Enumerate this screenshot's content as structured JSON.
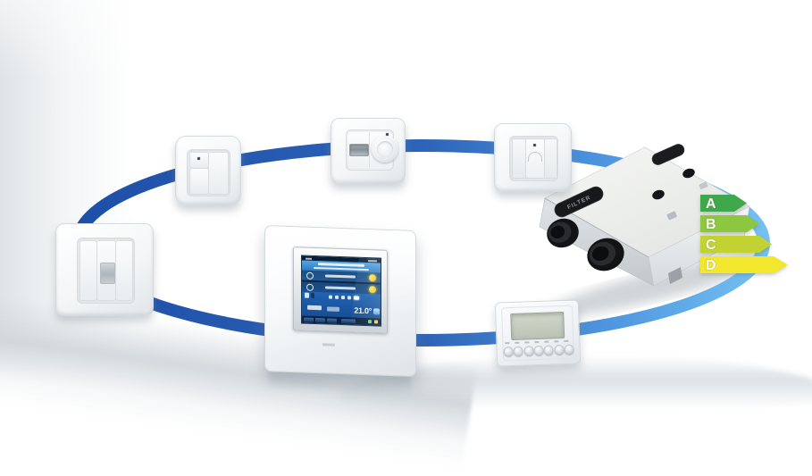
{
  "colors": {
    "ring_front": "#1e4fa8",
    "ring_mid": "#2d63b8",
    "ring_light": "#4f97e0",
    "ring_back": "#74c0f2",
    "energy_a": "#3fa84c",
    "energy_b": "#8dc63f",
    "energy_c": "#c3d233",
    "energy_d": "#f2e72d"
  },
  "vent_unit": {
    "filter_label": "FILTER"
  },
  "energy_label": {
    "grades": [
      {
        "letter": "A"
      },
      {
        "letter": "B"
      },
      {
        "letter": "C"
      },
      {
        "letter": "D"
      }
    ]
  },
  "touch_panel": {
    "temperature_reading": "21.0°"
  }
}
